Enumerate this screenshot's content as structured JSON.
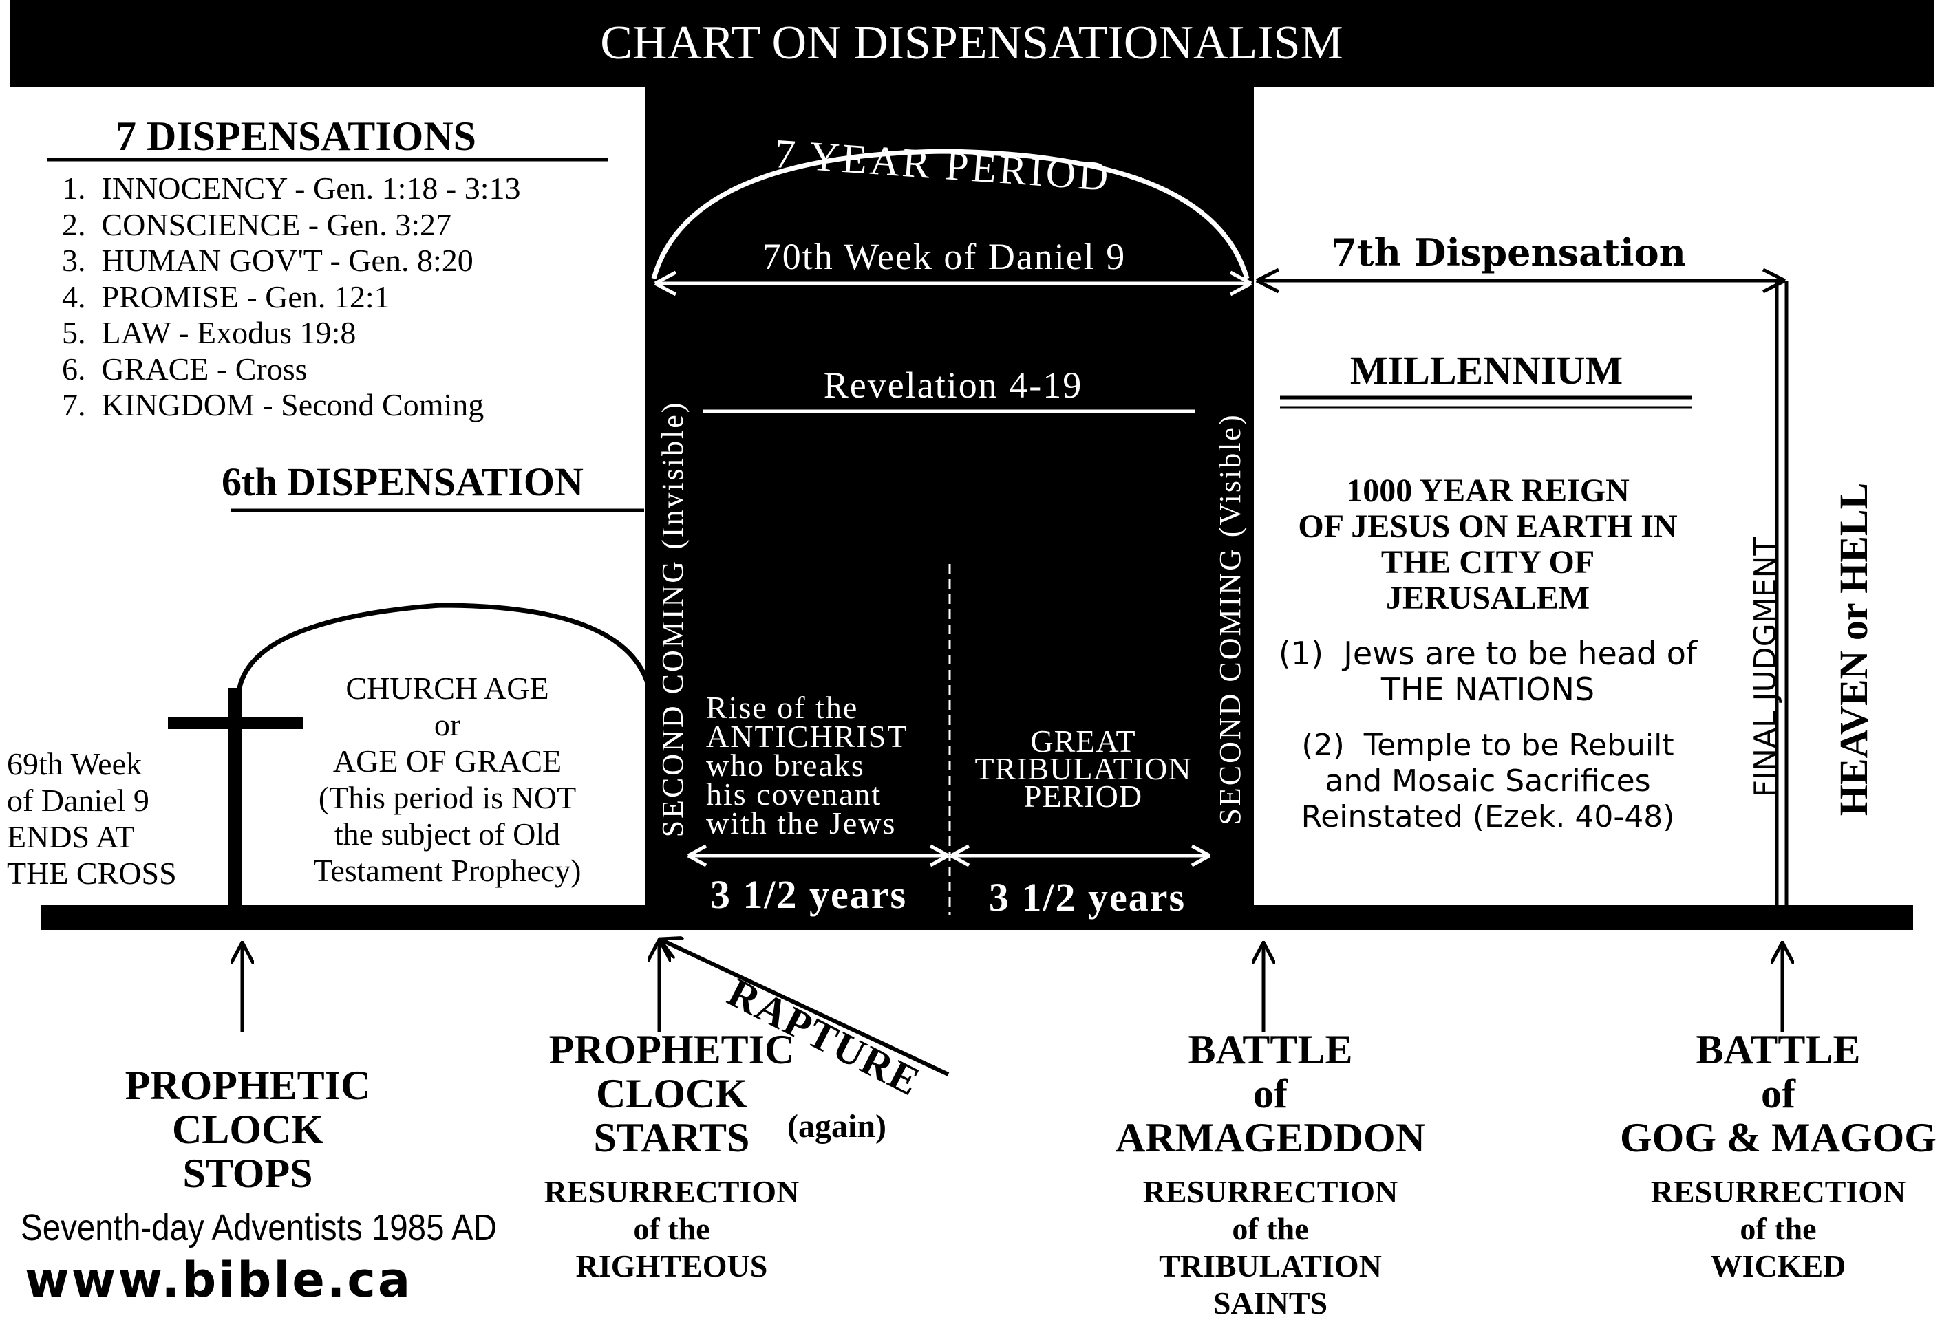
{
  "title": "CHART ON DISPENSATIONALISM",
  "dispensations": {
    "heading": "7 DISPENSATIONS",
    "items": [
      "1.  INNOCENCY - Gen. 1:18 - 3:13",
      "2.  CONSCIENCE - Gen. 3:27",
      "3.  HUMAN GOV'T - Gen. 8:20",
      "4.  PROMISE - Gen. 12:1",
      "5.  LAW - Exodus 19:8",
      "6.  GRACE - Cross",
      "7.  KINGDOM - Second Coming"
    ]
  },
  "sixth_dispensation": "6th DISPENSATION",
  "seventh_dispensation": "7th Dispensation",
  "seven_year": {
    "arc_label": "7 YEAR PERIOD",
    "week_label": "70th Week of Daniel 9",
    "revelation_label": "Revelation 4-19",
    "antichrist_text": "Rise of the\nANTICHRIST\nwho breaks\nhis covenant\nwith the Jews",
    "great_trib_text": "GREAT\nTRIBULATION\nPERIOD",
    "half_left": "3 1/2 years",
    "half_right": "3 1/2 years",
    "second_coming_invisible": "SECOND COMING (Invisible)",
    "second_coming_visible": "SECOND COMING (Visible)"
  },
  "church_age": {
    "text": "CHURCH AGE\nor\nAGE OF GRACE\n(This period is NOT\nthe subject of Old\nTestament Prophecy)"
  },
  "week69": "69th Week\nof Daniel 9\nENDS AT\nTHE CROSS",
  "millennium": {
    "heading": "MILLENNIUM",
    "reign": "1000 YEAR REIGN\nOF JESUS ON EARTH IN\nTHE CITY OF\nJERUSALEM",
    "point1": "(1)  Jews are to be head of\nTHE NATIONS",
    "point2": "(2)  Temple to be Rebuilt\nand Mosaic Sacrifices\nReinstated (Ezek. 40-48)"
  },
  "final_judgment": "FINAL JUDGMENT",
  "heaven_hell": "HEAVEN or HELL",
  "rapture": "RAPTURE",
  "events": {
    "clock_stops": "PROPHETIC\nCLOCK\nSTOPS",
    "clock_starts": "PROPHETIC\nCLOCK\nSTARTS",
    "again": "(again)",
    "res_righteous": "RESURRECTION\nof the\nRIGHTEOUS",
    "armageddon": "BATTLE\nof\nARMAGEDDON",
    "res_trib": "RESURRECTION\nof the\nTRIBULATION\nSAINTS",
    "gog": "BATTLE\nof\nGOG & MAGOG",
    "res_wicked": "RESURRECTION\nof the\nWICKED"
  },
  "footer": {
    "line1": "Seventh-day Adventists 1985 AD",
    "url": "www.bible.ca"
  }
}
